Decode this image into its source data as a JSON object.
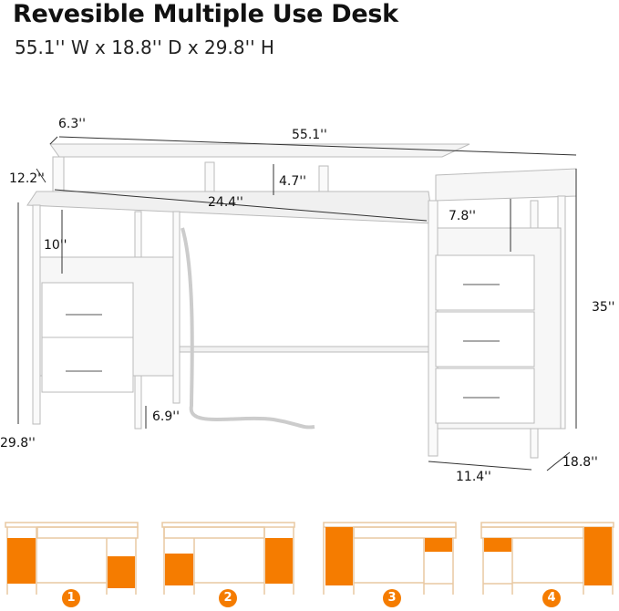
{
  "title": "Revesible Multiple Use Desk",
  "subtitle": "55.1'' W x 18.8'' D x 29.8'' H",
  "dimensions": {
    "shelf_depth": "6.3''",
    "total_width": "55.1''",
    "desk_depth_left": "12.2''",
    "shelf_height": "4.7''",
    "shelf_width": "24.4''",
    "cabinet_gap": "7.8''",
    "left_gap": "10''",
    "cabinet_height": "35''",
    "ground_clearance": "6.9''",
    "desk_height": "29.8''",
    "desk_depth": "18.8''",
    "cabinet_width": "11.4''"
  },
  "configurations": [
    {
      "number": "1"
    },
    {
      "number": "2"
    },
    {
      "number": "3"
    },
    {
      "number": "4"
    }
  ],
  "colors": {
    "accent": "#f57c00",
    "frame": "#e9c9a2"
  }
}
